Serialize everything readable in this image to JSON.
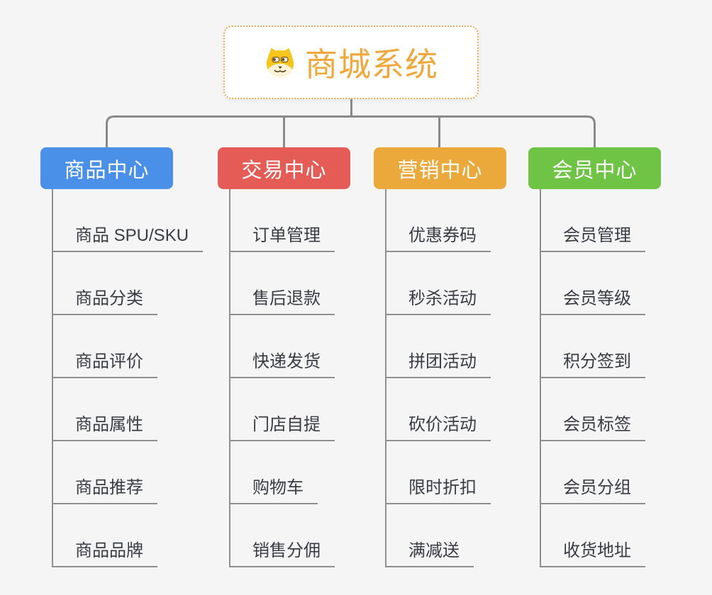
{
  "page": {
    "background": "#f5f5f5",
    "connector_color": "#8a8a8a",
    "child_line_color": "#8f8f8f"
  },
  "root": {
    "label": "商城系统",
    "text_color": "#f0a83c",
    "border_color": "#e9a94e",
    "icon": "dog-face-icon"
  },
  "branches": [
    {
      "id": "product-center",
      "label": "商品中心",
      "color": "#4b90e8",
      "children": [
        "商品 SPU/SKU",
        "商品分类",
        "商品评价",
        "商品属性",
        "商品推荐",
        "商品品牌"
      ]
    },
    {
      "id": "trade-center",
      "label": "交易中心",
      "color": "#e55c56",
      "children": [
        "订单管理",
        "售后退款",
        "快递发货",
        "门店自提",
        "购物车",
        "销售分佣"
      ]
    },
    {
      "id": "marketing-center",
      "label": "营销中心",
      "color": "#eba93c",
      "children": [
        "优惠券码",
        "秒杀活动",
        "拼团活动",
        "砍价活动",
        "限时折扣",
        "满减送"
      ]
    },
    {
      "id": "member-center",
      "label": "会员中心",
      "color": "#6fc345",
      "children": [
        "会员管理",
        "会员等级",
        "积分签到",
        "会员标签",
        "会员分组",
        "收货地址"
      ]
    }
  ]
}
